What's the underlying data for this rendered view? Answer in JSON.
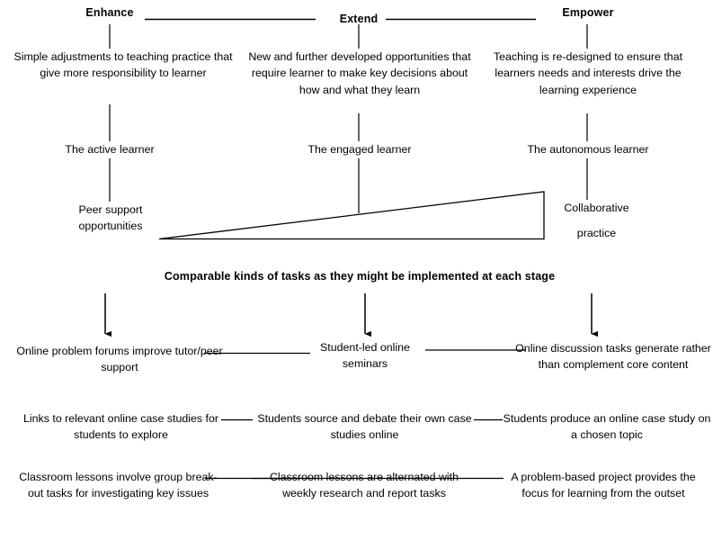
{
  "diagram": {
    "title": "Enhance, Extend, Empower framework",
    "stroke_color": "#000000",
    "background_color": "#ffffff",
    "stages": [
      {
        "id": "enhance",
        "title": "Enhance",
        "description": "Simple adjustments to teaching practice that give more responsibility to learner",
        "learner": "The active learner",
        "practice": "Peer support opportunities"
      },
      {
        "id": "extend",
        "title": "Extend",
        "description": "New and further developed opportunities that require learner to make key decisions about how and what they learn",
        "learner": "The engaged learner",
        "practice": ""
      },
      {
        "id": "empower",
        "title": "Empower",
        "description": "Teaching is re-designed to ensure that learners needs and interests drive the learning experience",
        "learner": "The autonomous learner",
        "practice_line1": "Collaborative",
        "practice_line2": "practice"
      }
    ],
    "section_heading": "Comparable kinds of tasks as they might be implemented at each stage",
    "task_rows": [
      {
        "row": 1,
        "enhance": "Online problem forums improve tutor/peer support",
        "extend": "Student-led online seminars",
        "empower": "Online discussion tasks generate rather than complement core content"
      },
      {
        "row": 2,
        "enhance": "Links to relevant online case studies for students to explore",
        "extend": "Students source and debate their own case studies online",
        "empower": "Students produce an online case study on a chosen topic"
      },
      {
        "row": 3,
        "enhance": "Classroom lessons involve group break-out tasks for investigating key issues",
        "extend": "Classroom lessons are alternated with weekly research and report tasks",
        "empower": "A problem-based project provides the focus for learning from the outset"
      }
    ]
  }
}
